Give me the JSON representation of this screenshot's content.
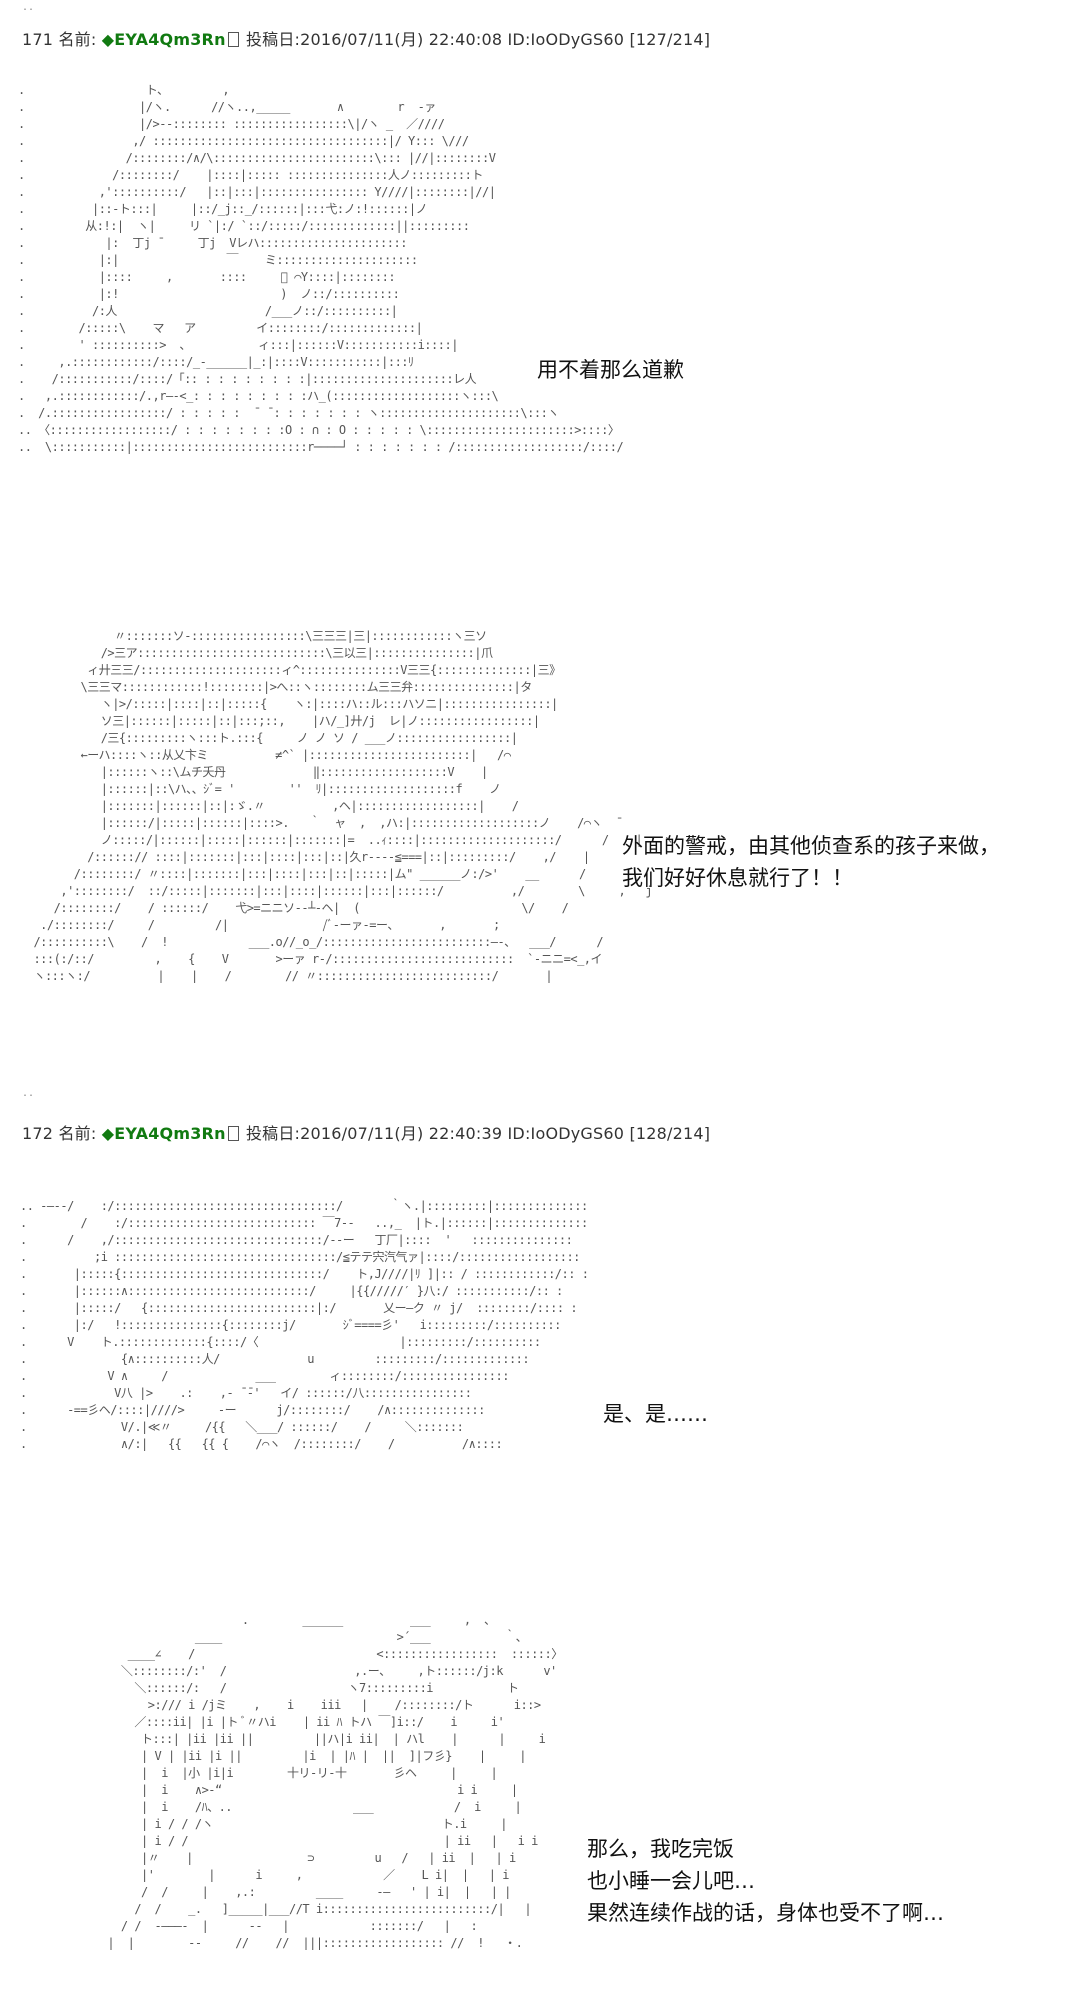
{
  "posts": [
    {
      "number": "171",
      "name_label": "名前:",
      "trip": "◆EYA4Qm3Rn",
      "date_label": "投稿日:",
      "datetime": "2016/07/11(月) 22:40:08",
      "id": "ID:IoODyGS60",
      "counter": "[127/214]",
      "panels": [
        {
          "dialogue": [
            "用不着那么道歉"
          ]
        },
        {
          "dialogue": [
            "外面的警戒，由其他侦查系的孩子来做，",
            "我们好好休息就行了！！"
          ]
        }
      ]
    },
    {
      "number": "172",
      "name_label": "名前:",
      "trip": "◆EYA4Qm3Rn",
      "date_label": "投稿日:",
      "datetime": "2016/07/11(月) 22:40:39",
      "id": "ID:IoODyGS60",
      "counter": "[128/214]",
      "panels": [
        {
          "dialogue": [
            "是、是……"
          ]
        },
        {
          "dialogue": [
            "那么，我吃完饭",
            "也小睡一会儿吧…",
            "果然连续作战的话，身体也受不了啊…"
          ]
        }
      ]
    }
  ]
}
